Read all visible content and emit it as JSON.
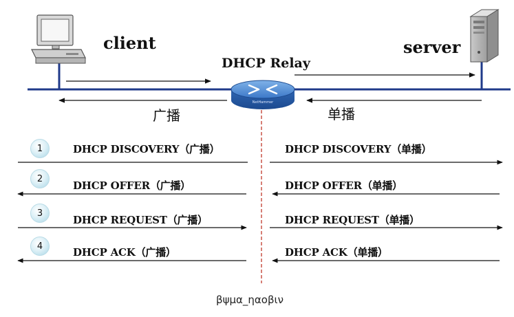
{
  "labels": {
    "client": "client",
    "server": "server",
    "relay": "DHCP Relay",
    "broadcast": "广播",
    "unicast": "单播"
  },
  "router_badge": "NetHammer",
  "steps": [
    {
      "num": "1",
      "left": "DHCP DISCOVERY（广播）",
      "right": "DHCP DISCOVERY（单播）"
    },
    {
      "num": "2",
      "left": "DHCP OFFER（广播）",
      "right": "DHCP OFFER（单播）"
    },
    {
      "num": "3",
      "left": "DHCP REQUEST（广播）",
      "right": "DHCP REQUEST（单播）"
    },
    {
      "num": "4",
      "left": "DHCP ACK（广播）",
      "right": "DHCP ACK（单播）"
    }
  ],
  "caption": "βψμα_ηαοβιν",
  "colors": {
    "network_line": "#1f3a8a",
    "divider": "#c0392b",
    "arrow": "#111111"
  },
  "icons": {
    "client": "desktop-computer-icon",
    "server": "server-tower-icon",
    "relay": "router-icon"
  }
}
